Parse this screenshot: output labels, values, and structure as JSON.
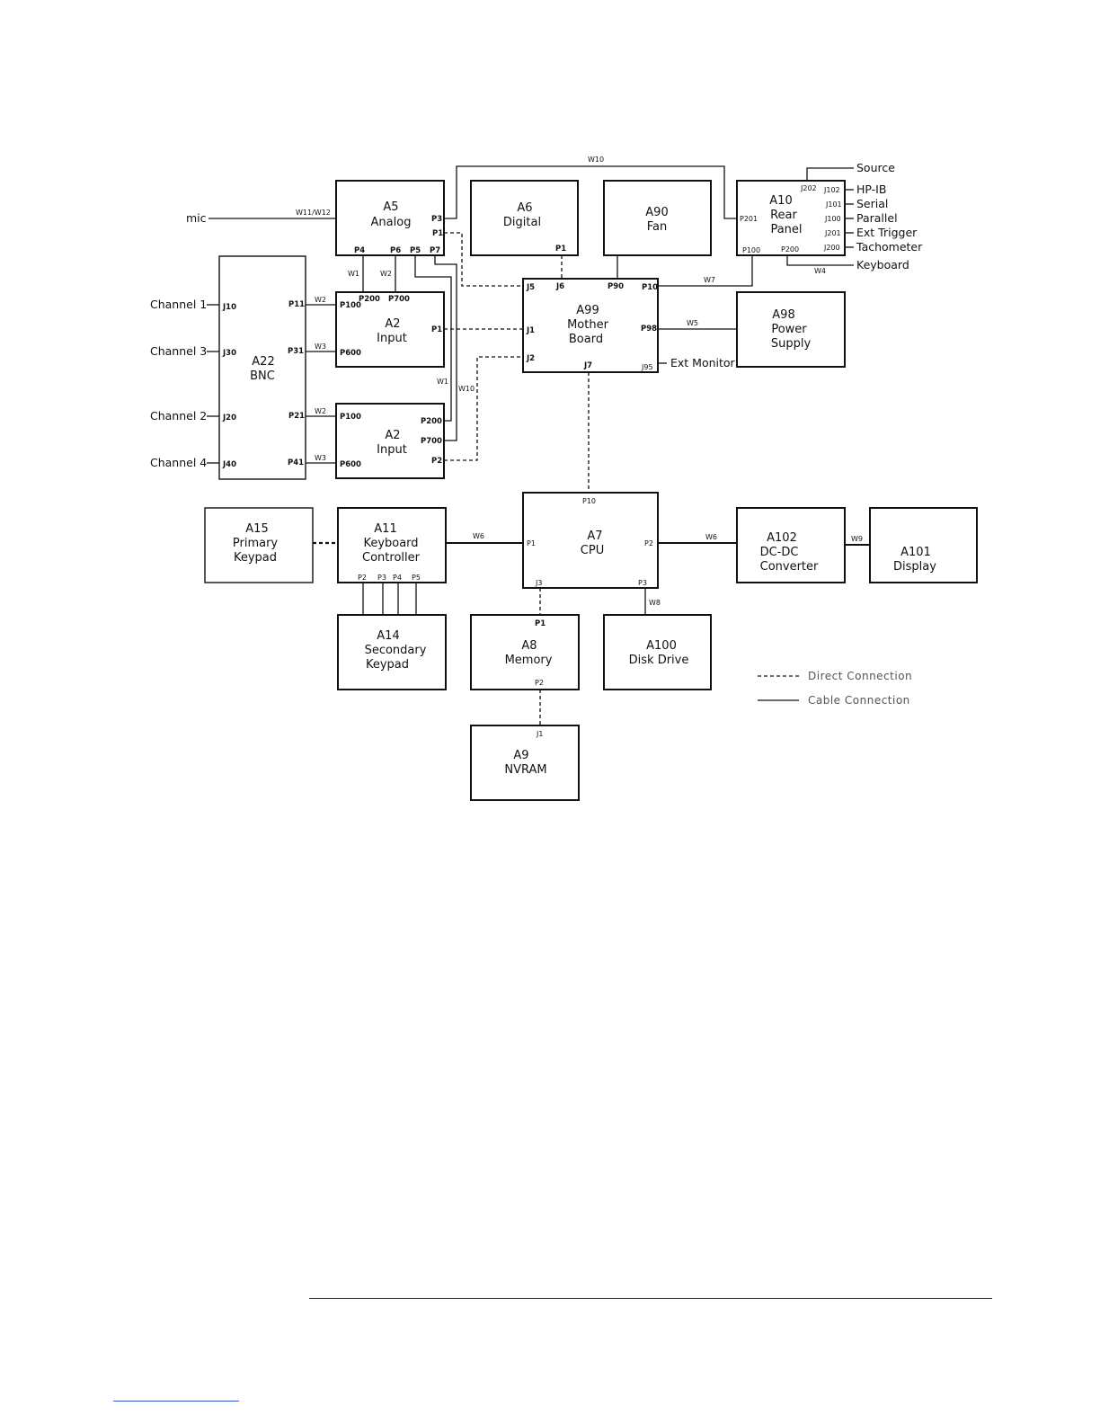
{
  "blocks": {
    "a5": [
      "A5",
      "Analog"
    ],
    "a6": [
      "A6",
      "Digital"
    ],
    "a90": [
      "A90",
      "Fan"
    ],
    "a10": [
      "A10",
      "Rear",
      "Panel"
    ],
    "a22": [
      "A22",
      "BNC"
    ],
    "a2top": [
      "A2",
      "Input"
    ],
    "a2bot": [
      "A2",
      "Input"
    ],
    "a99": [
      "A99",
      "Mother",
      "Board"
    ],
    "a98": [
      "A98",
      "Power",
      "Supply"
    ],
    "a15": [
      "A15",
      "Primary",
      "Keypad"
    ],
    "a11": [
      "A11",
      "Keyboard",
      "Controller"
    ],
    "a7": [
      "A7",
      "CPU"
    ],
    "a102": [
      "A102",
      "DC-DC",
      "Converter"
    ],
    "a101": [
      "A101",
      "Display"
    ],
    "a14": [
      "A14",
      "Secondary",
      "Keypad"
    ],
    "a8": [
      "A8",
      "Memory"
    ],
    "a100": [
      "A100",
      "Disk Drive"
    ],
    "a9": [
      "A9",
      "NVRAM"
    ]
  },
  "ports": {
    "a5_p3": "P3",
    "a5_p1": "P1",
    "a5_p4": "P4",
    "a5_p6": "P6",
    "a5_p5": "P5",
    "a5_p7": "P7",
    "a6_p1": "P1",
    "a10_j202": "J202",
    "a10_j102": "J102",
    "a10_j101": "J101",
    "a10_j100": "J100",
    "a10_j201": "J201",
    "a10_j200": "J200",
    "a10_p201": "P201",
    "a10_p100": "P100",
    "a10_p200": "P200",
    "a22_j10": "J10",
    "a22_j30": "J30",
    "a22_j20": "J20",
    "a22_j40": "J40",
    "a22_p11": "P11",
    "a22_p31": "P31",
    "a22_p21": "P21",
    "a22_p41": "P41",
    "a2t_p200": "P200",
    "a2t_p700": "P700",
    "a2t_p100": "P100",
    "a2t_p600": "P600",
    "a2t_p1": "P1",
    "a2b_p100": "P100",
    "a2b_p200": "P200",
    "a2b_p700": "P700",
    "a2b_p600": "P600",
    "a2b_p2": "P2",
    "a99_j5": "J5",
    "a99_j6": "J6",
    "a99_p90": "P90",
    "a99_p10": "P10",
    "a99_j1": "J1",
    "a99_p98": "P98",
    "a99_j2": "J2",
    "a99_j7": "J7",
    "a99_j95": "J95",
    "a7_p10": "P10",
    "a7_p1": "P1",
    "a7_p2": "P2",
    "a7_j3": "J3",
    "a7_p3": "P3",
    "a11_p2": "P2",
    "a11_p3": "P3",
    "a11_p4": "P4",
    "a11_p5": "P5",
    "a8_p1": "P1",
    "a8_p2": "P2",
    "a9_j1": "J1"
  },
  "wires": {
    "w10_top": "W10",
    "w11_w12": "W11/W12",
    "w1_a": "W1",
    "w2_a": "W2",
    "w2_b": "W2",
    "w3_b": "W3",
    "w1_b": "W1",
    "w10_b": "W10",
    "w2_c": "W2",
    "w3_c": "W3",
    "w7": "W7",
    "w5": "W5",
    "w4": "W4",
    "w6_a": "W6",
    "w6_b": "W6",
    "w9": "W9",
    "w8": "W8"
  },
  "external": {
    "mic": "mic",
    "source": "Source",
    "hpib": "HP-IB",
    "serial": "Serial",
    "parallel": "Parallel",
    "ext_trigger": "Ext Trigger",
    "tachometer": "Tachometer",
    "keyboard": "Keyboard",
    "ch1": "Channel 1",
    "ch3": "Channel 3",
    "ch2": "Channel 2",
    "ch4": "Channel 4",
    "ext_monitor": "Ext Monitor"
  },
  "legend": {
    "direct": "Direct Connection",
    "cable": "Cable Connection"
  }
}
